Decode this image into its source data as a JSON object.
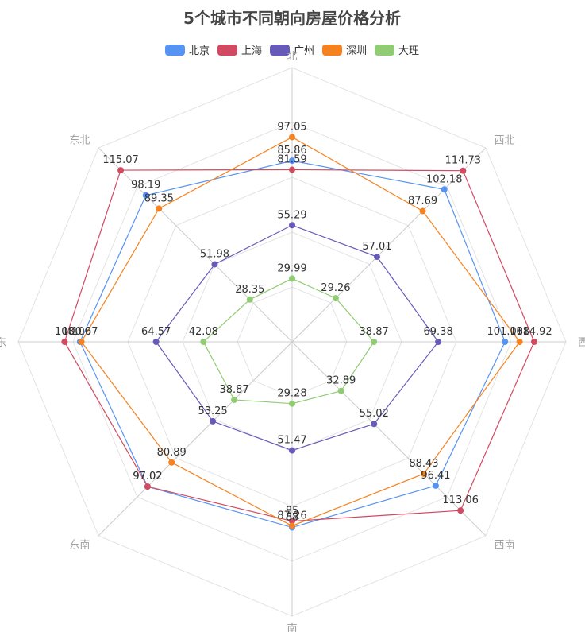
{
  "chart_data": {
    "type": "radar",
    "title": "5个城市不同朝向房屋价格分析",
    "indicators": [
      "北",
      "西北",
      "西",
      "西南",
      "南",
      "东南",
      "东",
      "东北"
    ],
    "max": 130,
    "series": [
      {
        "name": "北京",
        "color": "#5793f3",
        "values": [
          85.86,
          102.18,
          101.08,
          96.41,
          88.0,
          97.02,
          100.67,
          98.19
        ]
      },
      {
        "name": "上海",
        "color": "#d14a61",
        "values": [
          81.59,
          114.73,
          114.92,
          113.06,
          85.0,
          97.02,
          108.0,
          115.07
        ]
      },
      {
        "name": "广州",
        "color": "#675bba",
        "values": [
          55.29,
          57.01,
          69.38,
          55.02,
          51.47,
          53.25,
          64.57,
          51.98
        ]
      },
      {
        "name": "深圳",
        "color": "#f5821f",
        "values": [
          97.05,
          87.69,
          108.0,
          88.43,
          87.26,
          80.89,
          100.0,
          89.35
        ]
      },
      {
        "name": "大理",
        "color": "#91cc75",
        "values": [
          29.99,
          29.26,
          38.87,
          32.89,
          29.28,
          38.87,
          42.08,
          28.35
        ]
      }
    ]
  }
}
